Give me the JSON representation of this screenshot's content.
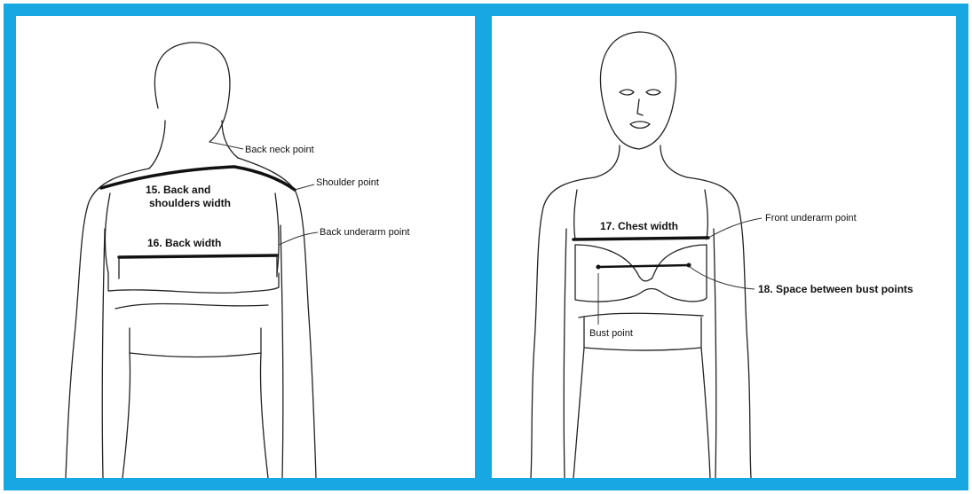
{
  "colors": {
    "frame": "#17a8e3",
    "lines": "#222222"
  },
  "back_view": {
    "back_neck_point": "Back neck point",
    "shoulder_point": "Shoulder point",
    "back_shoulders_width_line1": "15. Back and",
    "back_shoulders_width_line2": "shoulders width",
    "back_width": "16. Back width",
    "back_underarm_point": "Back underarm point"
  },
  "front_view": {
    "chest_width": "17. Chest width",
    "front_underarm_point": "Front underarm point",
    "space_between_bust_points": "18. Space between bust points",
    "bust_point": "Bust point"
  }
}
